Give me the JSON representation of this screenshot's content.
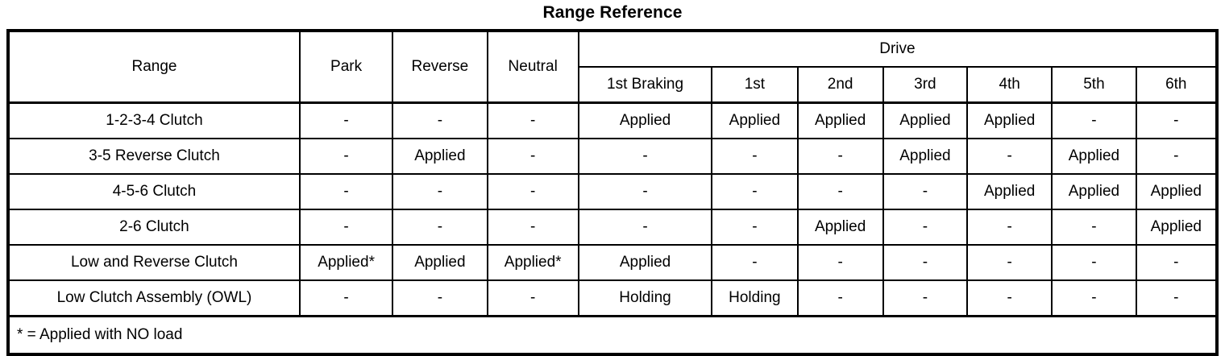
{
  "document": {
    "title": "Range Reference"
  },
  "table": {
    "header": {
      "range_label": "Range",
      "park_label": "Park",
      "reverse_label": "Reverse",
      "neutral_label": "Neutral",
      "drive_group_label": "Drive",
      "drive_columns": [
        "1st Braking",
        "1st",
        "2nd",
        "3rd",
        "4th",
        "5th",
        "6th"
      ],
      "all_columns": [
        "Range",
        "Park",
        "Reverse",
        "Neutral",
        "1st Braking",
        "1st",
        "2nd",
        "3rd",
        "4th",
        "5th",
        "6th"
      ]
    },
    "rows": [
      {
        "label": "1-2-3-4 Clutch",
        "values": [
          "-",
          "-",
          "-",
          "Applied",
          "Applied",
          "Applied",
          "Applied",
          "Applied",
          "-",
          "-"
        ]
      },
      {
        "label": "3-5 Reverse Clutch",
        "values": [
          "-",
          "Applied",
          "-",
          "-",
          "-",
          "-",
          "Applied",
          "-",
          "Applied",
          "-"
        ]
      },
      {
        "label": "4-5-6 Clutch",
        "values": [
          "-",
          "-",
          "-",
          "-",
          "-",
          "-",
          "-",
          "Applied",
          "Applied",
          "Applied"
        ]
      },
      {
        "label": "2-6 Clutch",
        "values": [
          "-",
          "-",
          "-",
          "-",
          "-",
          "Applied",
          "-",
          "-",
          "-",
          "Applied"
        ]
      },
      {
        "label": "Low and Reverse Clutch",
        "values": [
          "Applied*",
          "Applied",
          "Applied*",
          "Applied",
          "-",
          "-",
          "-",
          "-",
          "-",
          "-"
        ]
      },
      {
        "label": "Low Clutch Assembly (OWL)",
        "values": [
          "-",
          "-",
          "-",
          "Holding",
          "Holding",
          "-",
          "-",
          "-",
          "-",
          "-"
        ]
      }
    ],
    "footnote": "* = Applied with NO load"
  },
  "colors": {
    "background": "#ffffff",
    "text": "#000000",
    "border": "#000000"
  }
}
